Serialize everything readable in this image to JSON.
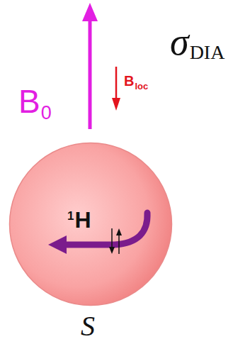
{
  "diagram": {
    "nodes": [
      {
        "text": [
          "1",
          "H"
        ]
      }
    ],
    "labels": [
      "B",
      "0",
      "B",
      "loc",
      "σ",
      "DIA",
      "S"
    ]
  }
}
